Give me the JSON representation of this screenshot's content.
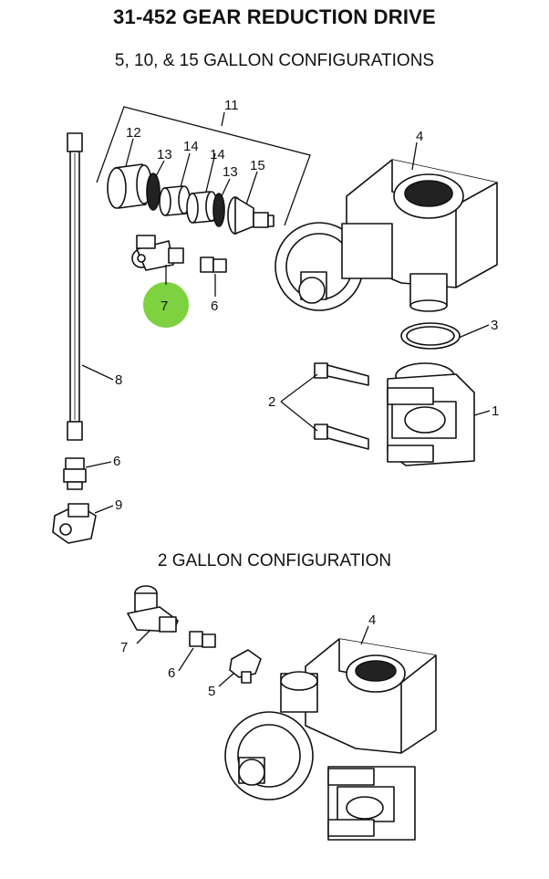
{
  "title": "31-452 GEAR REDUCTION DRIVE",
  "subtitle_1": "5, 10, & 15 GALLON CONFIGURATIONS",
  "subtitle_2": "2 GALLON CONFIGURATION",
  "highlight_color": "#7ed13f",
  "callouts_top": [
    "11",
    "12",
    "13",
    "14",
    "14",
    "13",
    "15",
    "4",
    "7",
    "6",
    "3",
    "8",
    "2",
    "1",
    "6",
    "9"
  ],
  "callouts_bottom": [
    "4",
    "7",
    "6",
    "5"
  ]
}
